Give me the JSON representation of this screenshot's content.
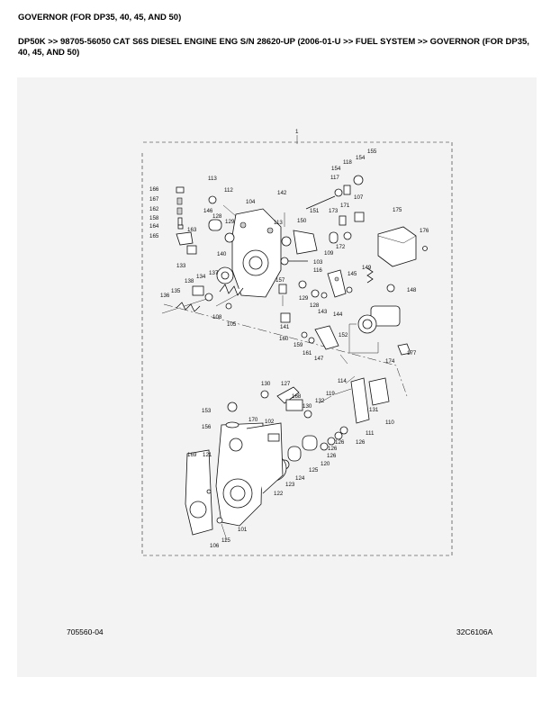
{
  "page": {
    "title": "GOVERNOR (FOR DP35, 40, 45, AND 50)",
    "breadcrumb": "DP50K >> 98705-56050 CAT S6S DIESEL ENGINE ENG S/N 28620-UP (2006-01-U >> FUEL SYSTEM >> GOVERNOR (FOR DP35, 40, 45, AND 50)"
  },
  "diagram": {
    "assembly_label": "1",
    "part_labels": [
      "166",
      "167",
      "162",
      "158",
      "164",
      "165",
      "113",
      "112",
      "104",
      "146",
      "128",
      "129",
      "163",
      "142",
      "150",
      "151",
      "173",
      "109",
      "172",
      "171",
      "107",
      "117",
      "154",
      "118",
      "154",
      "155",
      "175",
      "176",
      "113",
      "103",
      "116",
      "133",
      "140",
      "135",
      "138",
      "134",
      "137",
      "136",
      "108",
      "105",
      "157",
      "141",
      "129",
      "128",
      "145",
      "143",
      "144",
      "149",
      "148",
      "160",
      "159",
      "161",
      "147",
      "152",
      "174",
      "177",
      "130",
      "127",
      "168",
      "130",
      "132",
      "119",
      "114",
      "110",
      "131",
      "153",
      "156",
      "102",
      "170",
      "169",
      "121",
      "111",
      "126",
      "126",
      "126",
      "126",
      "120",
      "125",
      "124",
      "123",
      "122",
      "101",
      "106",
      "115"
    ],
    "ref_left": "705560-04",
    "ref_right": "32C6106A"
  }
}
